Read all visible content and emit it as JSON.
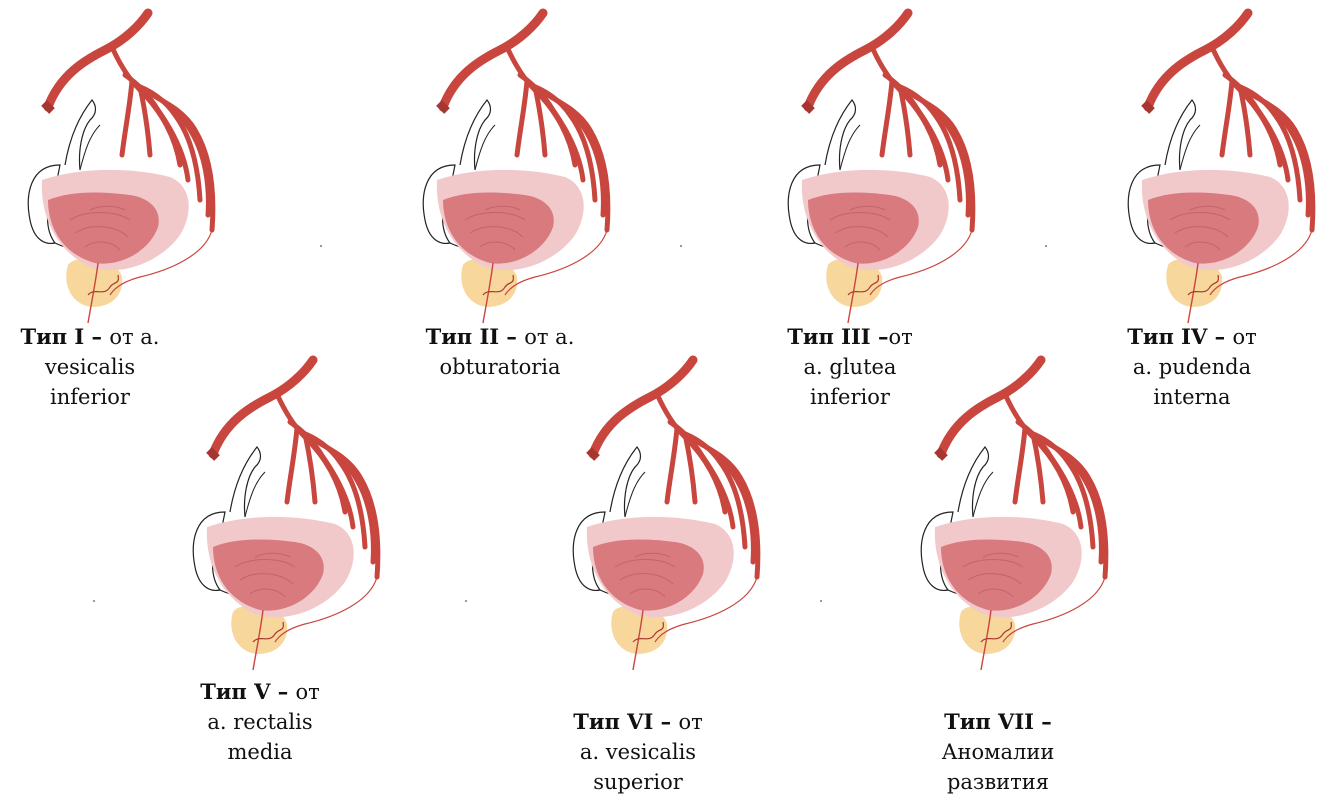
{
  "colors": {
    "artery": "#c9463f",
    "artery_dark": "#a83630",
    "bladder_outer": "#f2c9cb",
    "bladder_inner": "#d97a7f",
    "prostate": "#f7d79b",
    "outline": "#222222"
  },
  "panels": [
    {
      "type": "Тип I",
      "sep": " – ",
      "rest": "от а.",
      "line2": "vesicalis",
      "line3": "inferior"
    },
    {
      "type": "Тип II",
      "sep": " – ",
      "rest": "от а.",
      "line2": "obturatoria",
      "line3": ""
    },
    {
      "type": "Тип III",
      "sep": " –",
      "rest": "от",
      "line2": "a. glutea",
      "line3": "inferior"
    },
    {
      "type": "Тип IV",
      "sep": " – ",
      "rest": "от",
      "line2": "a. pudenda",
      "line3": "interna"
    },
    {
      "type": "Тип V",
      "sep": " – ",
      "rest": "от",
      "line2": "a. rectalis",
      "line3": "media"
    },
    {
      "type": "Тип VI",
      "sep": " – ",
      "rest": "от",
      "line2": "a. vesicalis",
      "line3": "superior"
    },
    {
      "type": "Тип VII",
      "sep": " –",
      "rest": "",
      "line2": "Аномалии",
      "line3": "развития"
    }
  ]
}
